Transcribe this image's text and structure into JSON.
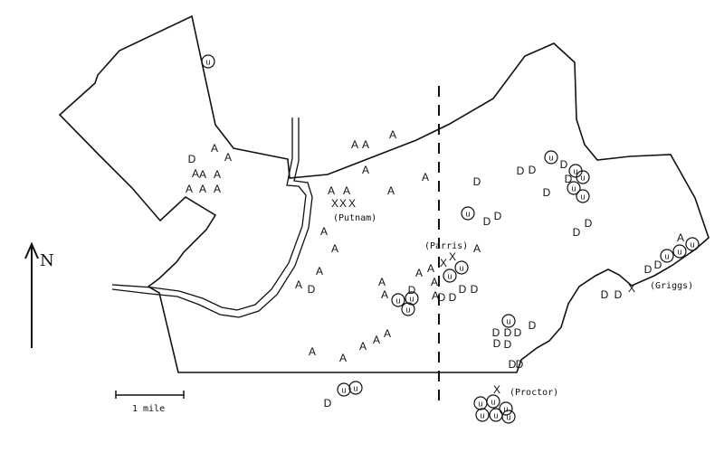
{
  "map": {
    "north_label": "N",
    "scale_label": "1 mile",
    "place_labels": {
      "putnam": "(Putnam)",
      "parris": "(Parris)",
      "griggs": "(Griggs)",
      "proctor": "(Proctor)"
    },
    "symbols": {
      "accuser": "A",
      "defender": "D",
      "accused": "X",
      "accused_circle_glyph": "͜͡"
    }
  }
}
